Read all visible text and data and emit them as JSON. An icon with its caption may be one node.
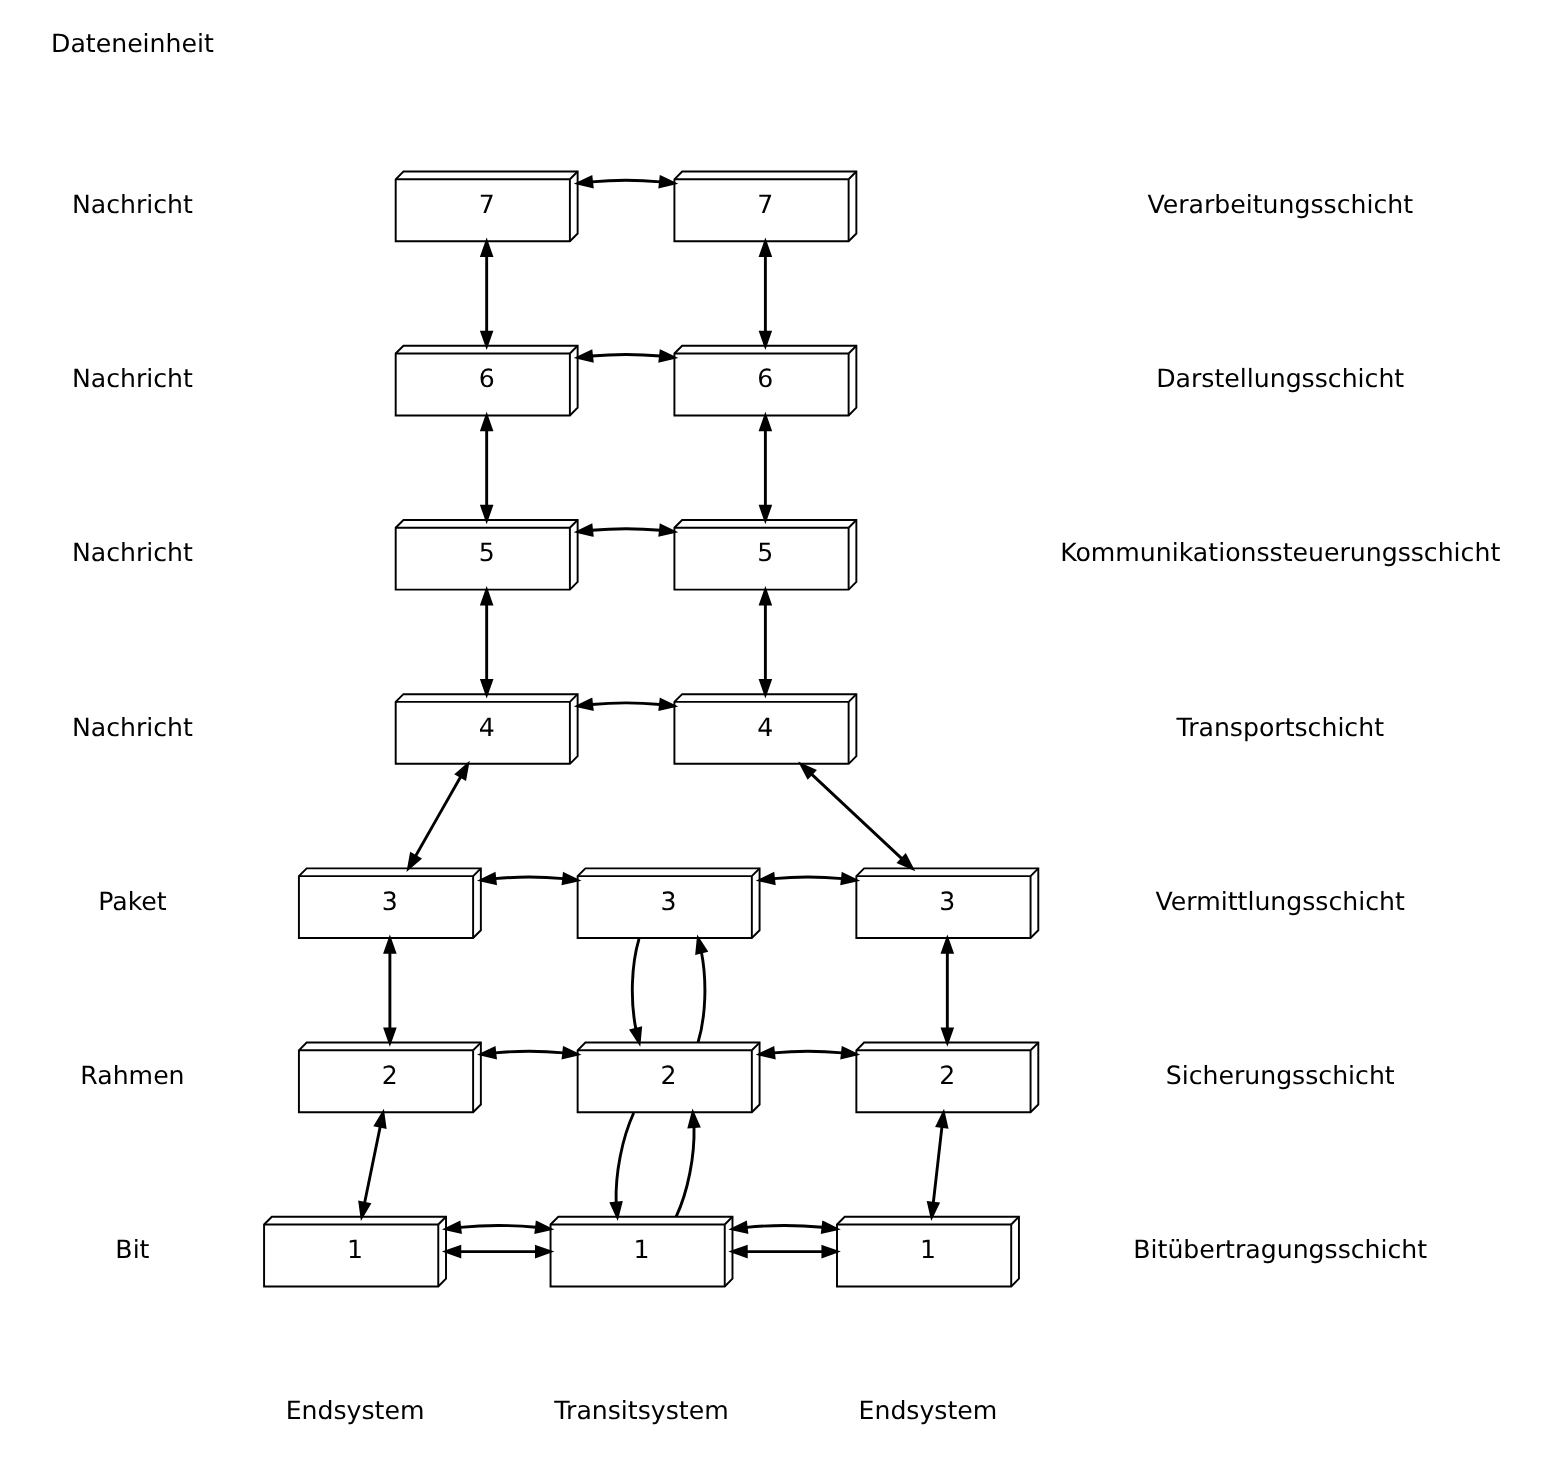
{
  "diagram": {
    "nodes": [
      {
        "text": [
          "7"
        ]
      },
      {
        "text": [
          "7"
        ]
      },
      {
        "text": [
          "6"
        ]
      },
      {
        "text": [
          "6"
        ]
      },
      {
        "text": [
          "5"
        ]
      },
      {
        "text": [
          "5"
        ]
      },
      {
        "text": [
          "4"
        ]
      },
      {
        "text": [
          "4"
        ]
      },
      {
        "text": [
          "3"
        ]
      },
      {
        "text": [
          "3"
        ]
      },
      {
        "text": [
          "3"
        ]
      },
      {
        "text": [
          "2"
        ]
      },
      {
        "text": [
          "2"
        ]
      },
      {
        "text": [
          "2"
        ]
      },
      {
        "text": [
          "1"
        ]
      },
      {
        "text": [
          "1"
        ]
      },
      {
        "text": [
          "1"
        ]
      }
    ],
    "edges": [
      {
        "from": 0,
        "to": 1,
        "arrow": "both"
      },
      {
        "from": 0,
        "to": 2,
        "arrow": "both"
      },
      {
        "from": 1,
        "to": 3,
        "arrow": "both"
      },
      {
        "from": 2,
        "to": 3,
        "arrow": "both"
      },
      {
        "from": 2,
        "to": 4,
        "arrow": "both"
      },
      {
        "from": 3,
        "to": 5,
        "arrow": "both"
      },
      {
        "from": 4,
        "to": 5,
        "arrow": "both"
      },
      {
        "from": 4,
        "to": 6,
        "arrow": "both"
      },
      {
        "from": 5,
        "to": 7,
        "arrow": "both"
      },
      {
        "from": 6,
        "to": 7,
        "arrow": "both"
      },
      {
        "from": 6,
        "to": 8,
        "arrow": "both"
      },
      {
        "from": 7,
        "to": 10,
        "arrow": "both"
      },
      {
        "from": 8,
        "to": 9,
        "arrow": "both"
      },
      {
        "from": 9,
        "to": 10,
        "arrow": "both"
      },
      {
        "from": 8,
        "to": 11,
        "arrow": "both"
      },
      {
        "from": 12,
        "to": 9,
        "arrow": "to"
      },
      {
        "from": 9,
        "to": 12,
        "arrow": "to"
      },
      {
        "from": 10,
        "to": 13,
        "arrow": "both"
      },
      {
        "from": 11,
        "to": 12,
        "arrow": "both"
      },
      {
        "from": 12,
        "to": 13,
        "arrow": "both"
      },
      {
        "from": 11,
        "to": 14,
        "arrow": "both"
      },
      {
        "from": 15,
        "to": 12,
        "arrow": "to"
      },
      {
        "from": 12,
        "to": 15,
        "arrow": "to"
      },
      {
        "from": 13,
        "to": 16,
        "arrow": "both"
      },
      {
        "from": 14,
        "to": 15,
        "arrow": "both"
      },
      {
        "from": 14,
        "to": 15,
        "arrow": "both"
      },
      {
        "from": 15,
        "to": 16,
        "arrow": "both"
      },
      {
        "from": 15,
        "to": 16,
        "arrow": "both"
      }
    ],
    "labels": [
      "Dateneinheit",
      "Nachricht",
      "Verarbeitungsschicht",
      "Nachricht",
      "Darstellungsschicht",
      "Nachricht",
      "Kommunikationssteuerungsschicht",
      "Nachricht",
      "Transportschicht",
      "Paket",
      "Vermittlungsschicht",
      "Rahmen",
      "Sicherungsschicht",
      "Bit",
      "Bitübertragungsschicht",
      "Endsystem",
      "Transitsystem",
      "Endsystem"
    ]
  }
}
